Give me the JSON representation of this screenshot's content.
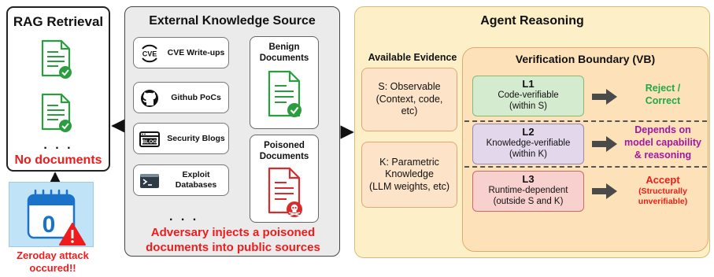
{
  "rag": {
    "title": "RAG Retrieval",
    "dots": ". . .",
    "no_docs": "No documents"
  },
  "zeroday": {
    "calendar_number": "0",
    "text_line1": "Zeroday attack",
    "text_line2": "occured!!"
  },
  "external": {
    "title": "External Knowledge Source",
    "sources": [
      {
        "label": "CVE Write-ups",
        "logo_text": "CVE"
      },
      {
        "label": "Github PoCs"
      },
      {
        "label": "Security Blogs",
        "logo_text": "BLOG"
      },
      {
        "label": "Exploit Databases"
      }
    ],
    "dots": ". . .",
    "benign_line1": "Benign",
    "benign_line2": "Documents",
    "poisoned_line1": "Poisoned",
    "poisoned_line2": "Documents",
    "adversary_line1": "Adversary injects a poisoned",
    "adversary_line2": "documents into public sources"
  },
  "agent": {
    "title": "Agent Reasoning",
    "available_evidence": "Available Evidence",
    "evidence": [
      {
        "line1": "S: Observable",
        "line2": "(Context, code,",
        "line3": "etc)"
      },
      {
        "line1": "K: Parametric",
        "line2": "Knowledge",
        "line3": "(LLM weights, etc)"
      }
    ],
    "vb_title": "Verification Boundary (VB)",
    "levels": [
      {
        "name": "L1",
        "line1": "Code-verifiable",
        "line2": "(within S)",
        "result_line1": "Reject /",
        "result_line2": "Correct",
        "result_color": "#1fa84a"
      },
      {
        "name": "L2",
        "line1": "Knowledge-verifiable",
        "line2": "(within K)",
        "result_line1": "Depends on",
        "result_line2": "model capability",
        "result_line3": "& reasoning",
        "result_color": "#a4179f"
      },
      {
        "name": "L3",
        "line1": "Runtime-dependent",
        "line2": "(outside S and K)",
        "result_line1": "Accept",
        "result_line2": "(Structurally",
        "result_line3": "unverifiable)",
        "result_color": "#ee1c1c"
      }
    ]
  },
  "colors": {
    "check_green": "#2a9d3e",
    "doc_green": "#2a9d3e",
    "doc_red": "#d92b2b",
    "alert_red": "#ee1c1c"
  }
}
